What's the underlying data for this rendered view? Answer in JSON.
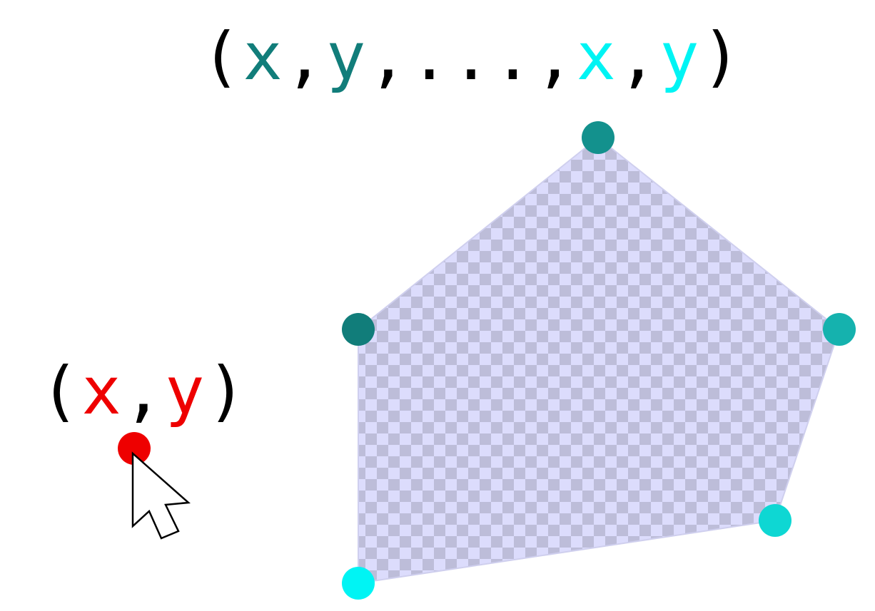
{
  "polygon_formula": {
    "open": "(",
    "x1": "x",
    "comma1": ",",
    "y1": "y",
    "ellipsis": ",...,",
    "xn": "x",
    "comma2": ",",
    "yn": "y",
    "close": ")"
  },
  "point_formula": {
    "open": "(",
    "x": "x",
    "comma": ",",
    "y": "y",
    "close": ")"
  },
  "colors": {
    "black": "#000000",
    "vertex_first": "#117d7a",
    "vertex_top": "#13918d",
    "vertex_right": "#15b2ae",
    "vertex_lower_right": "#0ed7d3",
    "vertex_last": "#00f4f4",
    "point": "#ee0000",
    "polygon_light": "#dcdcfc",
    "polygon_dark": "#bdbdd9",
    "cursor_fill": "#ffffff",
    "cursor_stroke": "#000000"
  },
  "icons": {
    "cursor": "mouse-pointer-arrow"
  }
}
